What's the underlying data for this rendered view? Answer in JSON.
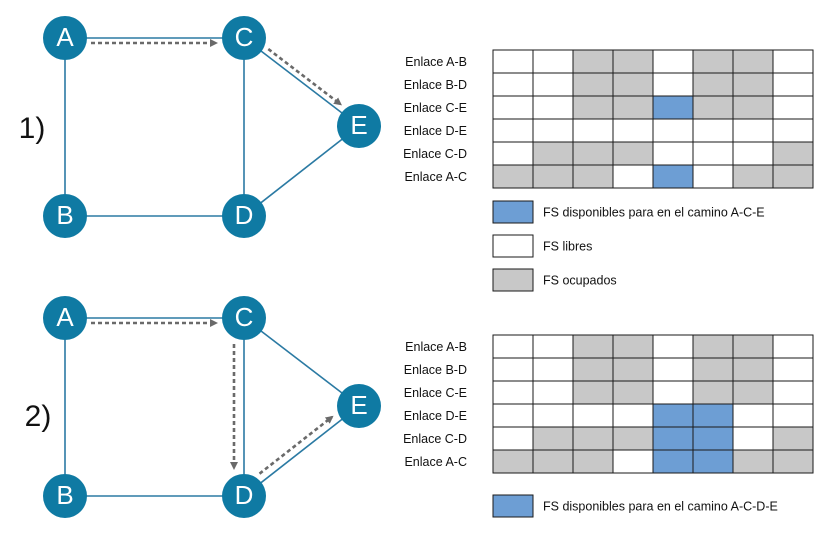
{
  "colors": {
    "edge": "#2b7aa3",
    "node": "#0f7aa3",
    "node_text": "#ffffff",
    "path_arrow": "#6a6a6a",
    "fs_available": "#6d9ed4",
    "fs_free": "#ffffff",
    "fs_busy": "#c8c8c8",
    "grid_line": "#1a1a1a"
  },
  "panels": [
    {
      "index_label": "1)",
      "nodes": [
        "A",
        "B",
        "C",
        "D",
        "E"
      ],
      "edges": [
        [
          "A",
          "C"
        ],
        [
          "A",
          "B"
        ],
        [
          "B",
          "D"
        ],
        [
          "C",
          "D"
        ],
        [
          "C",
          "E"
        ],
        [
          "D",
          "E"
        ]
      ],
      "highlighted_path": [
        "A",
        "C",
        "E"
      ],
      "table": {
        "rows": [
          {
            "label": "Enlace A-B",
            "cells": [
              "free",
              "free",
              "busy",
              "busy",
              "free",
              "busy",
              "busy",
              "free"
            ]
          },
          {
            "label": "Enlace B-D",
            "cells": [
              "free",
              "free",
              "busy",
              "busy",
              "free",
              "busy",
              "busy",
              "free"
            ]
          },
          {
            "label": "Enlace C-E",
            "cells": [
              "free",
              "free",
              "busy",
              "busy",
              "avail",
              "busy",
              "busy",
              "free"
            ]
          },
          {
            "label": "Enlace D-E",
            "cells": [
              "free",
              "free",
              "free",
              "free",
              "free",
              "free",
              "free",
              "free"
            ]
          },
          {
            "label": "Enlace C-D",
            "cells": [
              "free",
              "busy",
              "busy",
              "busy",
              "free",
              "free",
              "free",
              "busy"
            ]
          },
          {
            "label": "Enlace A-C",
            "cells": [
              "busy",
              "busy",
              "busy",
              "free",
              "avail",
              "free",
              "busy",
              "busy"
            ]
          }
        ]
      },
      "legend": [
        {
          "kind": "avail",
          "label": "FS disponibles para en el camino A-C-E"
        },
        {
          "kind": "free",
          "label": "FS libres"
        },
        {
          "kind": "busy",
          "label": "FS ocupados"
        }
      ]
    },
    {
      "index_label": "2)",
      "nodes": [
        "A",
        "B",
        "C",
        "D",
        "E"
      ],
      "edges": [
        [
          "A",
          "C"
        ],
        [
          "A",
          "B"
        ],
        [
          "B",
          "D"
        ],
        [
          "C",
          "D"
        ],
        [
          "C",
          "E"
        ],
        [
          "D",
          "E"
        ]
      ],
      "highlighted_path": [
        "A",
        "C",
        "D",
        "E"
      ],
      "table": {
        "rows": [
          {
            "label": "Enlace A-B",
            "cells": [
              "free",
              "free",
              "busy",
              "busy",
              "free",
              "busy",
              "busy",
              "free"
            ]
          },
          {
            "label": "Enlace B-D",
            "cells": [
              "free",
              "free",
              "busy",
              "busy",
              "free",
              "busy",
              "busy",
              "free"
            ]
          },
          {
            "label": "Enlace C-E",
            "cells": [
              "free",
              "free",
              "busy",
              "busy",
              "free",
              "busy",
              "busy",
              "free"
            ]
          },
          {
            "label": "Enlace D-E",
            "cells": [
              "free",
              "free",
              "free",
              "free",
              "avail",
              "avail",
              "free",
              "free"
            ]
          },
          {
            "label": "Enlace C-D",
            "cells": [
              "free",
              "busy",
              "busy",
              "busy",
              "avail",
              "avail",
              "free",
              "busy"
            ]
          },
          {
            "label": "Enlace A-C",
            "cells": [
              "busy",
              "busy",
              "busy",
              "free",
              "avail",
              "avail",
              "busy",
              "busy"
            ]
          }
        ]
      },
      "legend": [
        {
          "kind": "avail",
          "label": "FS disponibles para en el camino A-C-D-E"
        }
      ]
    }
  ]
}
